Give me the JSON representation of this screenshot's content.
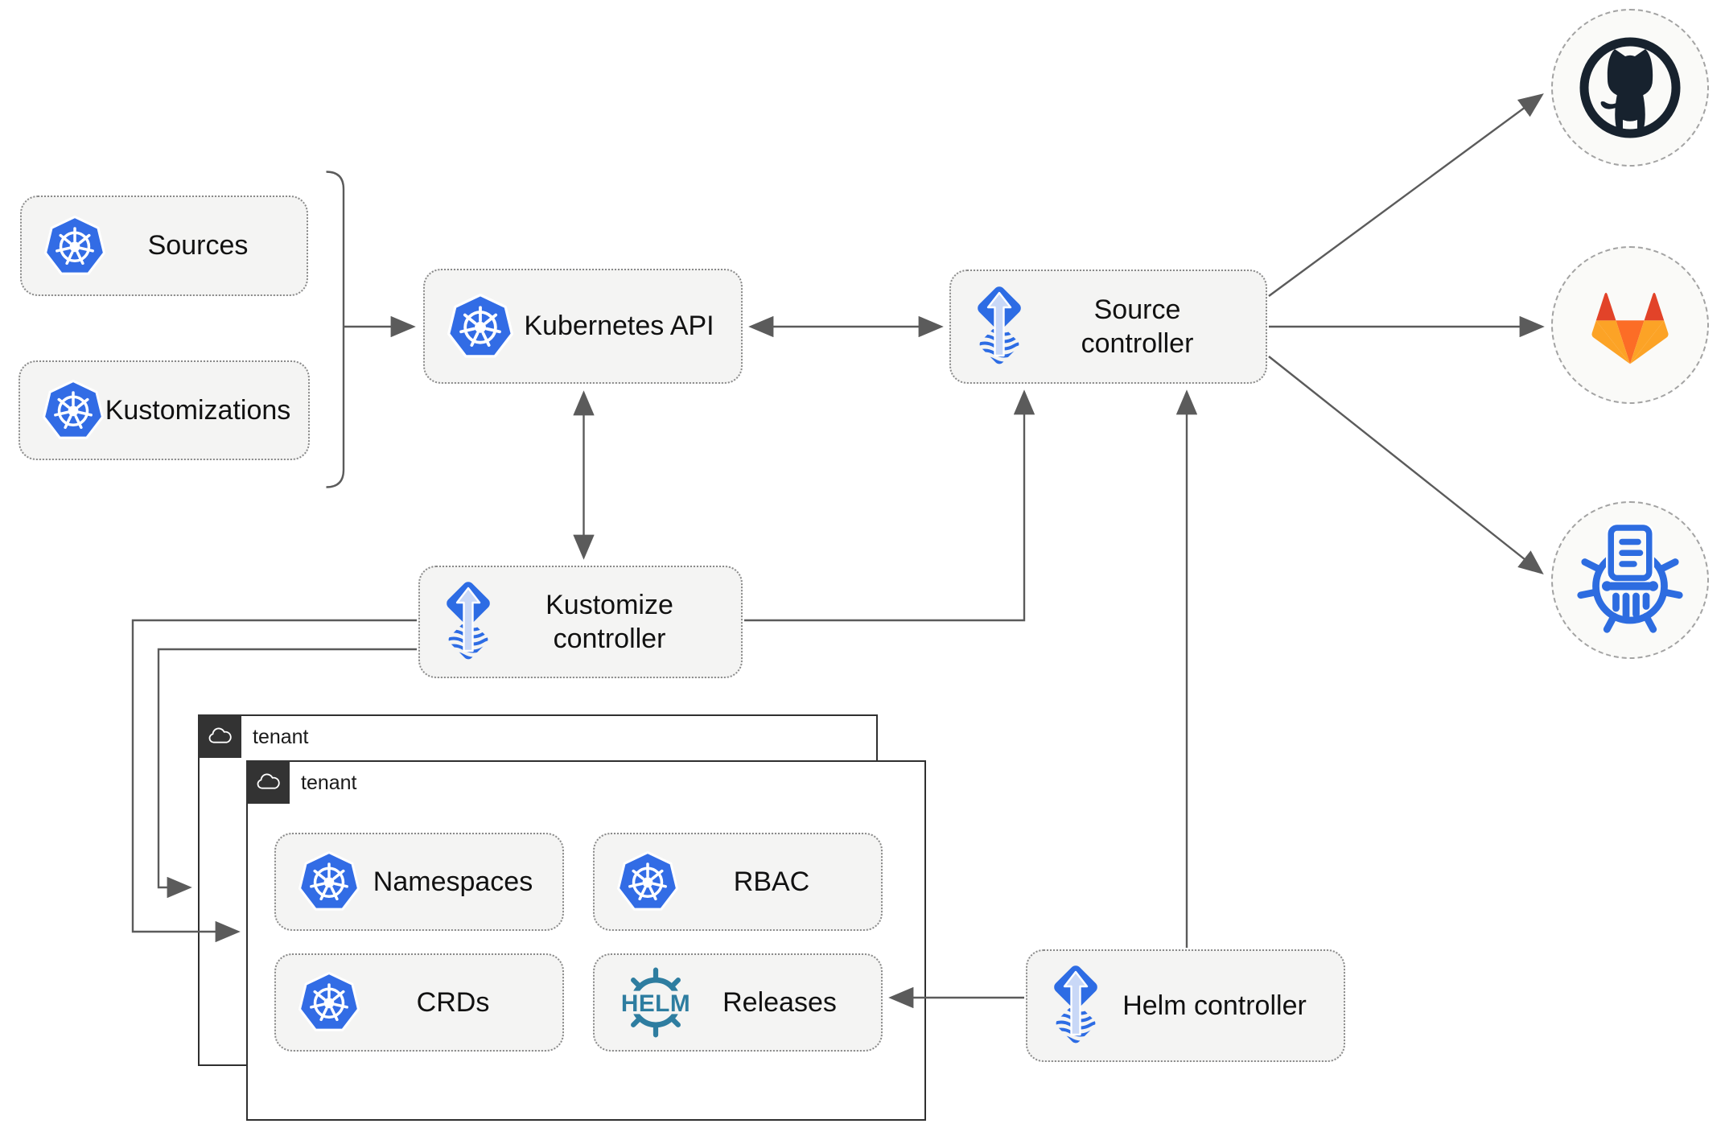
{
  "nodes": {
    "sources": {
      "label": "Sources"
    },
    "kustomizations": {
      "label": "Kustomizations"
    },
    "kubernetes_api": {
      "label": "Kubernetes API"
    },
    "source_controller": {
      "label": "Source controller"
    },
    "kustomize_controller": {
      "label": "Kustomize controller"
    },
    "helm_controller": {
      "label": "Helm controller"
    },
    "tenant_back": {
      "label": "tenant"
    },
    "tenant_front": {
      "label": "tenant"
    },
    "namespaces": {
      "label": "Namespaces"
    },
    "rbac": {
      "label": "RBAC"
    },
    "crds": {
      "label": "CRDs"
    },
    "releases": {
      "label": "Releases"
    }
  },
  "icons": {
    "kubernetes": "kubernetes-logo",
    "flux": "flux-logo",
    "helm_wheel_text": "HELM",
    "github": "github-octocat-logo",
    "gitlab": "gitlab-tanuki-logo",
    "chart_repository": "chartmuseum-logo",
    "cloud": "cloud-icon"
  },
  "colors": {
    "kubernetes_blue": "#326ce5",
    "flux_blue": "#2d6ce4",
    "flux_arrow_light": "#c9d8f7",
    "helm_teal": "#2e7da0",
    "github_dark": "#17222e",
    "gitlab_red": "#e24329",
    "gitlab_orange": "#fc6d26",
    "gitlab_yellow": "#fca326",
    "chartmuseum_blue": "#2d6ce0",
    "node_fill": "#f4f4f3",
    "node_border": "#8a8a8a",
    "connector_line": "#5b5b5b",
    "tenant_border": "#2f2f2f",
    "tenant_header_bg": "#333333"
  },
  "edges": [
    {
      "from": "sources_and_kustomizations",
      "to": "kubernetes_api",
      "style": "arrow"
    },
    {
      "from": "kubernetes_api",
      "to": "source_controller",
      "style": "double-arrow"
    },
    {
      "from": "kubernetes_api",
      "to": "kustomize_controller",
      "style": "double-arrow"
    },
    {
      "from": "kustomize_controller",
      "to": "source_controller",
      "style": "arrow"
    },
    {
      "from": "kustomize_controller",
      "to": "tenant_front",
      "style": "arrow"
    },
    {
      "from": "kustomize_controller",
      "to": "tenant_back",
      "style": "arrow"
    },
    {
      "from": "helm_controller",
      "to": "source_controller",
      "style": "arrow"
    },
    {
      "from": "helm_controller",
      "to": "releases",
      "style": "arrow"
    },
    {
      "from": "source_controller",
      "to": "github",
      "style": "arrow"
    },
    {
      "from": "source_controller",
      "to": "gitlab",
      "style": "arrow"
    },
    {
      "from": "source_controller",
      "to": "chart_repository",
      "style": "arrow"
    }
  ]
}
